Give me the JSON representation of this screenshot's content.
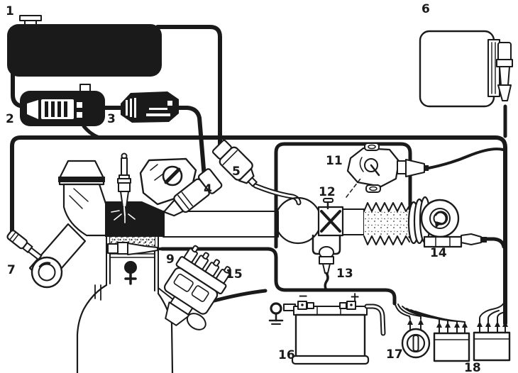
{
  "diagram": {
    "background": "#ffffff",
    "ink": "#1a1a1a",
    "callouts": [
      {
        "label": "1",
        "part": "fuel-tank"
      },
      {
        "label": "2",
        "part": "fuel-pump"
      },
      {
        "label": "3",
        "part": "fuel-filter"
      },
      {
        "label": "4",
        "part": "fuel-injector"
      },
      {
        "label": "5",
        "part": "cold-start-valve"
      },
      {
        "label": "6",
        "part": "control-unit"
      },
      {
        "label": "7",
        "part": "exhaust-sensor"
      },
      {
        "label": "9",
        "part": "temperature-sensor"
      },
      {
        "label": "11",
        "part": "throttle-switch"
      },
      {
        "label": "12",
        "part": "throttle-shaft"
      },
      {
        "label": "13",
        "part": "thermo-time-switch"
      },
      {
        "label": "14",
        "part": "air-flow-meter"
      },
      {
        "label": "15",
        "part": "ignition-distributor"
      },
      {
        "label": "16",
        "part": "battery"
      },
      {
        "label": "17",
        "part": "ignition-switch"
      },
      {
        "label": "18",
        "part": "relays"
      }
    ],
    "battery_terminals": {
      "negative": "−",
      "positive": "+"
    },
    "piston_mark": "♀"
  }
}
